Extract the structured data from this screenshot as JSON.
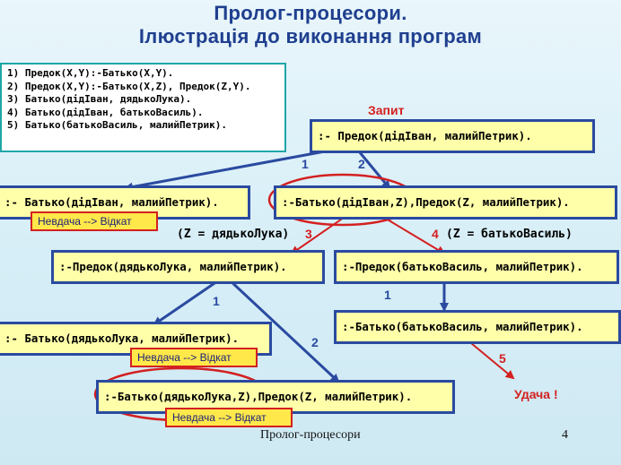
{
  "title_line1": "Пролог-процесори.",
  "title_line2": "Ілюстрація до виконання програм",
  "rules": [
    "1) Предок(X,Y):-Батько(X,Y).",
    "2) Предок(X,Y):-Батько(X,Z), Предок(Z,Y).",
    "",
    "3) Батько(дідІван, дядькоЛука).",
    "4) Батько(дідІван, батькоВасиль).",
    "5) Батько(батькоВасиль, малийПетрик)."
  ],
  "query_label": "Запит",
  "goals": {
    "root": ":- Предок(дідІван, малийПетрик).",
    "left1": ":- Батько(дідІван, малийПетрик).",
    "right1": ":-Батько(дідІван,Z),Предок(Z, малийПетрик).",
    "mid_left": ":-Предок(дядькоЛука, малийПетрик).",
    "mid_right": ":-Предок(батькоВасиль, малийПетрик).",
    "left3": ":- Батько(дядькоЛука, малийПетрик).",
    "right3": ":-Батько(батькоВасиль, малийПетрик).",
    "bottom": ":-Батько(дядькоЛука,Z),Предок(Z, малийПетрик)."
  },
  "fail_label": "Невдача --> Відкат",
  "bindings": {
    "z_luka": "(Z = дядькоЛука)",
    "z_vasyl": "(Z = батькоВасиль)"
  },
  "edge_labels": {
    "e1": "1",
    "e2": "2",
    "e3": "3",
    "e4": "4",
    "e5": "1",
    "e6": "2",
    "e7": "1",
    "e8": "5"
  },
  "success_label": "Удача !",
  "footer": "Пролог-процесори",
  "page_number": "4",
  "colors": {
    "goal_fill": "#ffffaa",
    "goal_border": "#2a4aa0",
    "fail_fill": "#ffe84a",
    "accent_red": "#d42020",
    "title": "#1f3f8f"
  }
}
